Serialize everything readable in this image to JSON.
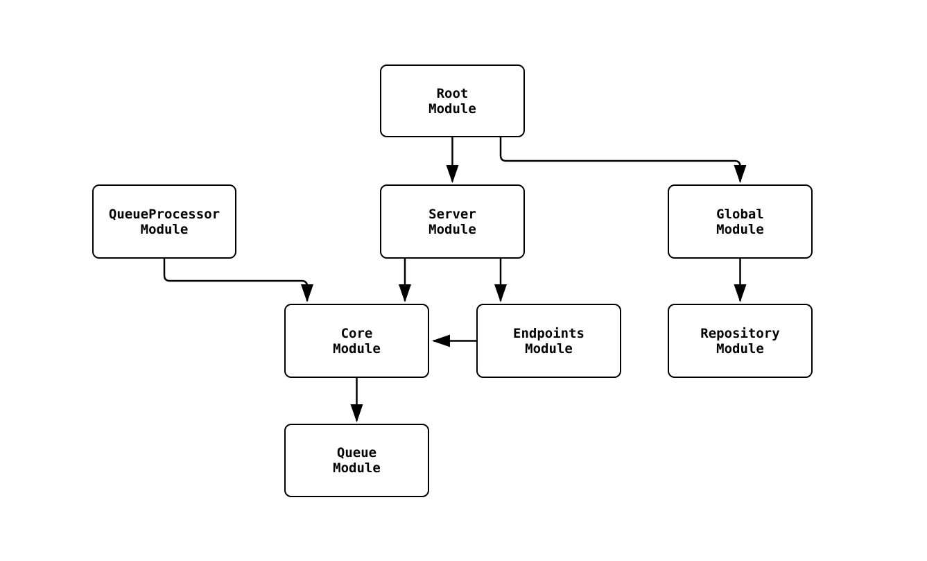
{
  "diagram": {
    "type": "flowchart",
    "colors": {
      "background": "#ffffff",
      "node_fill": "#ffffff",
      "node_border": "#000000",
      "arrow": "#000000",
      "text": "#000000"
    },
    "nodes": {
      "root": {
        "label": "Root\nModule"
      },
      "queue_processor": {
        "label": "QueueProcessor\nModule"
      },
      "server": {
        "label": "Server\nModule"
      },
      "global": {
        "label": "Global\nModule"
      },
      "core": {
        "label": "Core\nModule"
      },
      "endpoints": {
        "label": "Endpoints\nModule"
      },
      "repository": {
        "label": "Repository\nModule"
      },
      "queue": {
        "label": "Queue\nModule"
      }
    },
    "edges": [
      {
        "from": "Root Module",
        "to": "Server Module"
      },
      {
        "from": "Root Module",
        "to": "Global Module"
      },
      {
        "from": "QueueProcessor Module",
        "to": "Core Module"
      },
      {
        "from": "Server Module",
        "to": "Core Module"
      },
      {
        "from": "Server Module",
        "to": "Endpoints Module"
      },
      {
        "from": "Endpoints Module",
        "to": "Core Module"
      },
      {
        "from": "Global Module",
        "to": "Repository Module"
      },
      {
        "from": "Core Module",
        "to": "Queue Module"
      }
    ]
  }
}
